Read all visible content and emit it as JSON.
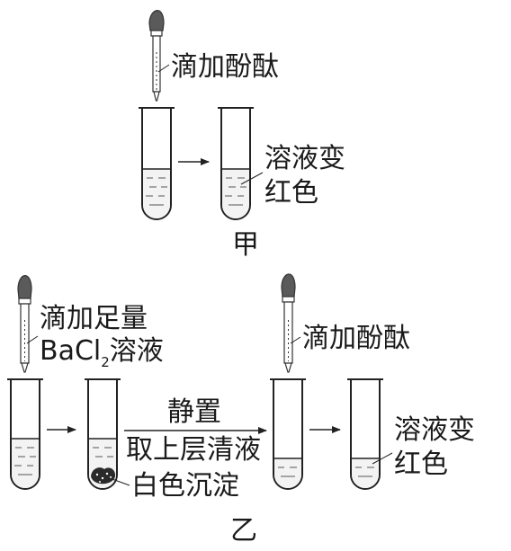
{
  "top": {
    "dropper_label": "滴加酚酞",
    "result_line1": "溶液变",
    "result_line2": "红色",
    "panel_label": "甲"
  },
  "bottom": {
    "dropper_label_line1": "滴加足量",
    "reagent_main": "BaCl",
    "reagent_sub": "2",
    "reagent_suffix": "溶液",
    "precipitate_label": "白色沉淀",
    "step_label_top": "静置",
    "step_label_bottom": "取上层清液",
    "dropper2_label": "滴加酚酞",
    "result_line1": "溶液变",
    "result_line2": "红色",
    "panel_label": "乙"
  },
  "colors": {
    "ink": "#1a1a1a",
    "bulb": "#5a5a5a",
    "line": "#222222"
  }
}
